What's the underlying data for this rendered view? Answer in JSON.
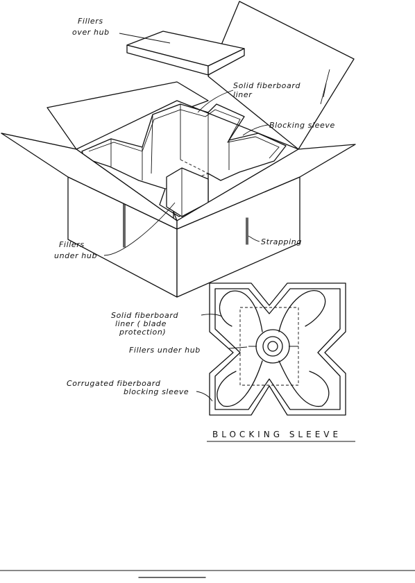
{
  "labels": {
    "fillers_over_hub_1": "Fillers",
    "fillers_over_hub_2": "over hub",
    "solid_liner_1": "Solid fiberboard",
    "solid_liner_2": "liner",
    "blocking_sleeve": "Blocking sleeve",
    "fillers_under_1": "Fillers",
    "fillers_under_2": "under hub",
    "strapping": "Strapping",
    "blade_liner_1": "Solid fiberboard",
    "blade_liner_2": "liner ( blade",
    "blade_liner_3": "protection)",
    "fillers_under_hub_plan": "Fillers under hub",
    "corrugated_1": "Corrugated fiberboard",
    "corrugated_2": "blocking sleeve"
  },
  "title": "BLOCKING SLEEVE"
}
